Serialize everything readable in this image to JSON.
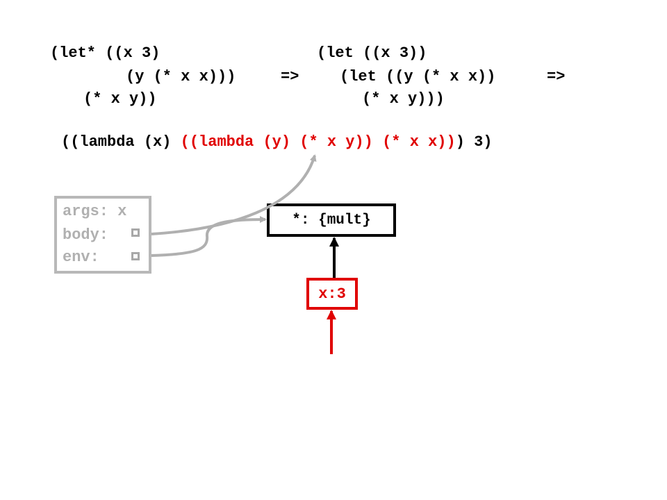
{
  "let_star_form": {
    "line1": "(let* ((x 3)",
    "line2": "(y (* x x)))",
    "line3": "(* x y))"
  },
  "arrow_1": "=>",
  "nested_let_form": {
    "line1": "(let ((x 3))",
    "line2": "(let ((y (* x x))",
    "line3": "(* x y)))"
  },
  "arrow_2": "=>",
  "lambda_expr": {
    "prefix": "((lambda (x) ",
    "highlight": "((lambda (y) (* x y)) (* x x))",
    "suffix": ") 3)"
  },
  "procedure_object": {
    "args_label": "args: x",
    "body_label": "body:",
    "env_label": "env:"
  },
  "global_frame": {
    "binding": "*: {mult}"
  },
  "current_frame": {
    "binding": "x:3"
  },
  "colors": {
    "highlight": "#e00000",
    "procedure": "#b0b0b0",
    "frame": "#000000"
  }
}
